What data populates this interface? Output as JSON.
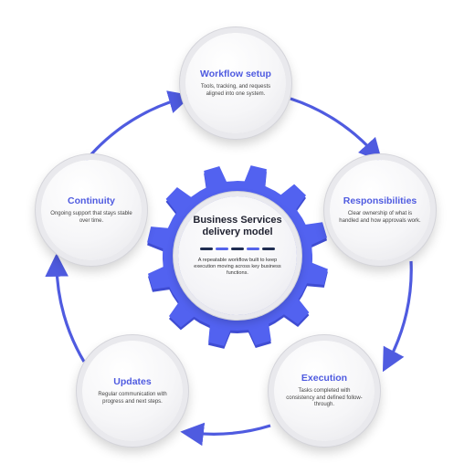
{
  "colors": {
    "accent": "#4f5be0",
    "gear": "#5262f0",
    "gear_shadow": "#3f4cd2",
    "dash_dark": "#1f2d52",
    "dash_blue": "#5564ea"
  },
  "hub": {
    "title": "Business Services delivery model",
    "description": "A repeatable workflow built to keep execution moving across key business functions."
  },
  "steps": [
    {
      "title": "Workflow setup",
      "description": "Tools, tracking, and requests aligned into one system."
    },
    {
      "title": "Responsibilities",
      "description": "Clear ownership of what is handled and how approvals work."
    },
    {
      "title": "Execution",
      "description": "Tasks completed with consistency and defined follow-through."
    },
    {
      "title": "Updates",
      "description": "Regular communication with progress and next steps."
    },
    {
      "title": "Continuity",
      "description": "Ongoing support that stays stable over time."
    }
  ]
}
